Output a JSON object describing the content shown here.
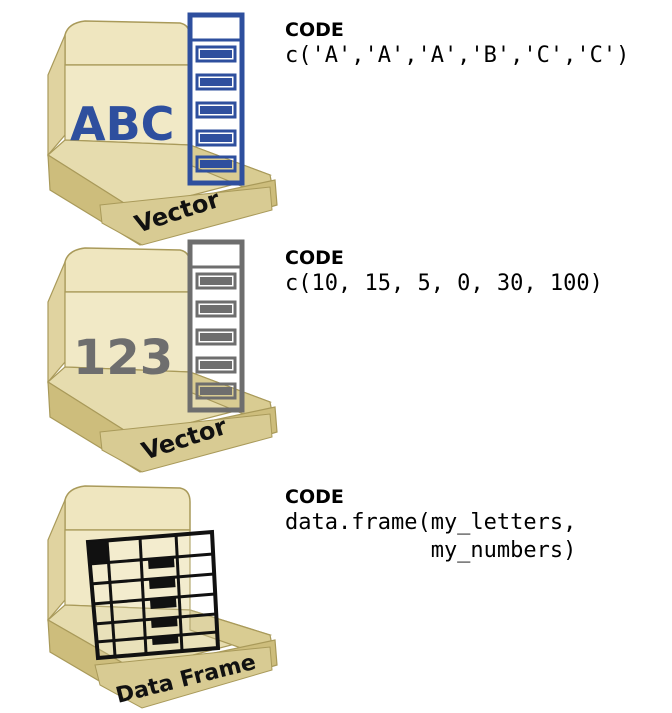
{
  "panels": [
    {
      "box_label": "Vector",
      "content_text": "ABC",
      "accent_color": "#2e4f9e",
      "code_heading": "CODE",
      "code_lines": [
        "c('A','A','A','B','C','C')"
      ]
    },
    {
      "box_label": "Vector",
      "content_text": "123",
      "accent_color": "#6e6e6e",
      "code_heading": "CODE",
      "code_lines": [
        "c(10, 15, 5, 0, 30, 100)"
      ]
    },
    {
      "box_label": "Data Frame",
      "content_text": "",
      "accent_color": "#111111",
      "code_heading": "CODE",
      "code_lines": [
        "data.frame(my_letters,",
        "           my_numbers)"
      ]
    }
  ],
  "colors": {
    "box_front": "#d8cb93",
    "box_inner": "#e6dcae",
    "box_back": "#efe6bf",
    "box_outline": "#a99a5a"
  }
}
